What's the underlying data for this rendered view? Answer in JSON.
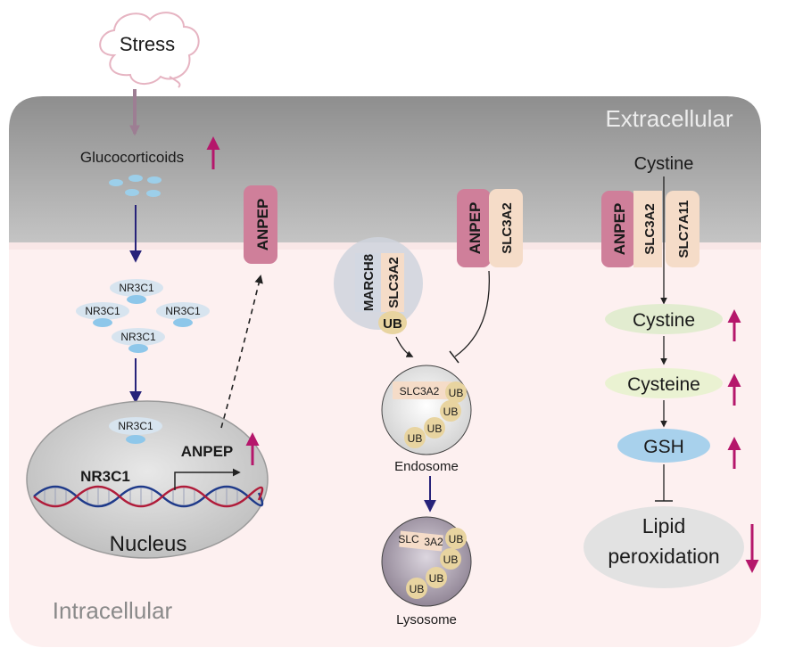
{
  "stress": "Stress",
  "glucocorticoids": "Glucocorticoids",
  "extracellular": "Extracellular",
  "intracellular": "Intracellular",
  "receptor": "NR3C1",
  "nucleus": {
    "label": "Nucleus",
    "gene": "NR3C1",
    "target": "ANPEP"
  },
  "anpep_membrane": "ANPEP",
  "march8_complex": {
    "march8": "MARCH8",
    "slc3a2": "SLC3A2",
    "ub": "UB"
  },
  "anpep_slc3a2_complex": {
    "anpep": "ANPEP",
    "slc3a2": "SLC3A2"
  },
  "endosome": {
    "label": "Endosome",
    "cargo": "SLC3A2",
    "ub": "UB"
  },
  "lysosome": {
    "label": "Lysosome",
    "cargo_part1": "SLC",
    "cargo_part2": "3A2",
    "ub": "UB"
  },
  "transporter": {
    "substrate": "Cystine",
    "anpep": "ANPEP",
    "slc3a2": "SLC3A2",
    "slc7a11": "SLC7A11"
  },
  "pathway": {
    "cystine": "Cystine",
    "cysteine": "Cysteine",
    "gsh": "GSH",
    "lipid_line1": "Lipid",
    "lipid_line2": "peroxidation"
  },
  "colors": {
    "up_arrow": "#b5176b",
    "down_arrow": "#b5176b",
    "signal_arrow": "#27237a",
    "anpep_fill": "#cf7f9a",
    "slc_fill": "#f5dcc8",
    "ub_fill": "#e8d4a0",
    "cystine_fill": "#e2ecd0",
    "gsh_fill": "#a8d1ec",
    "lipid_fill": "#e2e2e2",
    "receptor_fill": "#8ec7ea",
    "membrane_gray": "#9a9a9a"
  }
}
